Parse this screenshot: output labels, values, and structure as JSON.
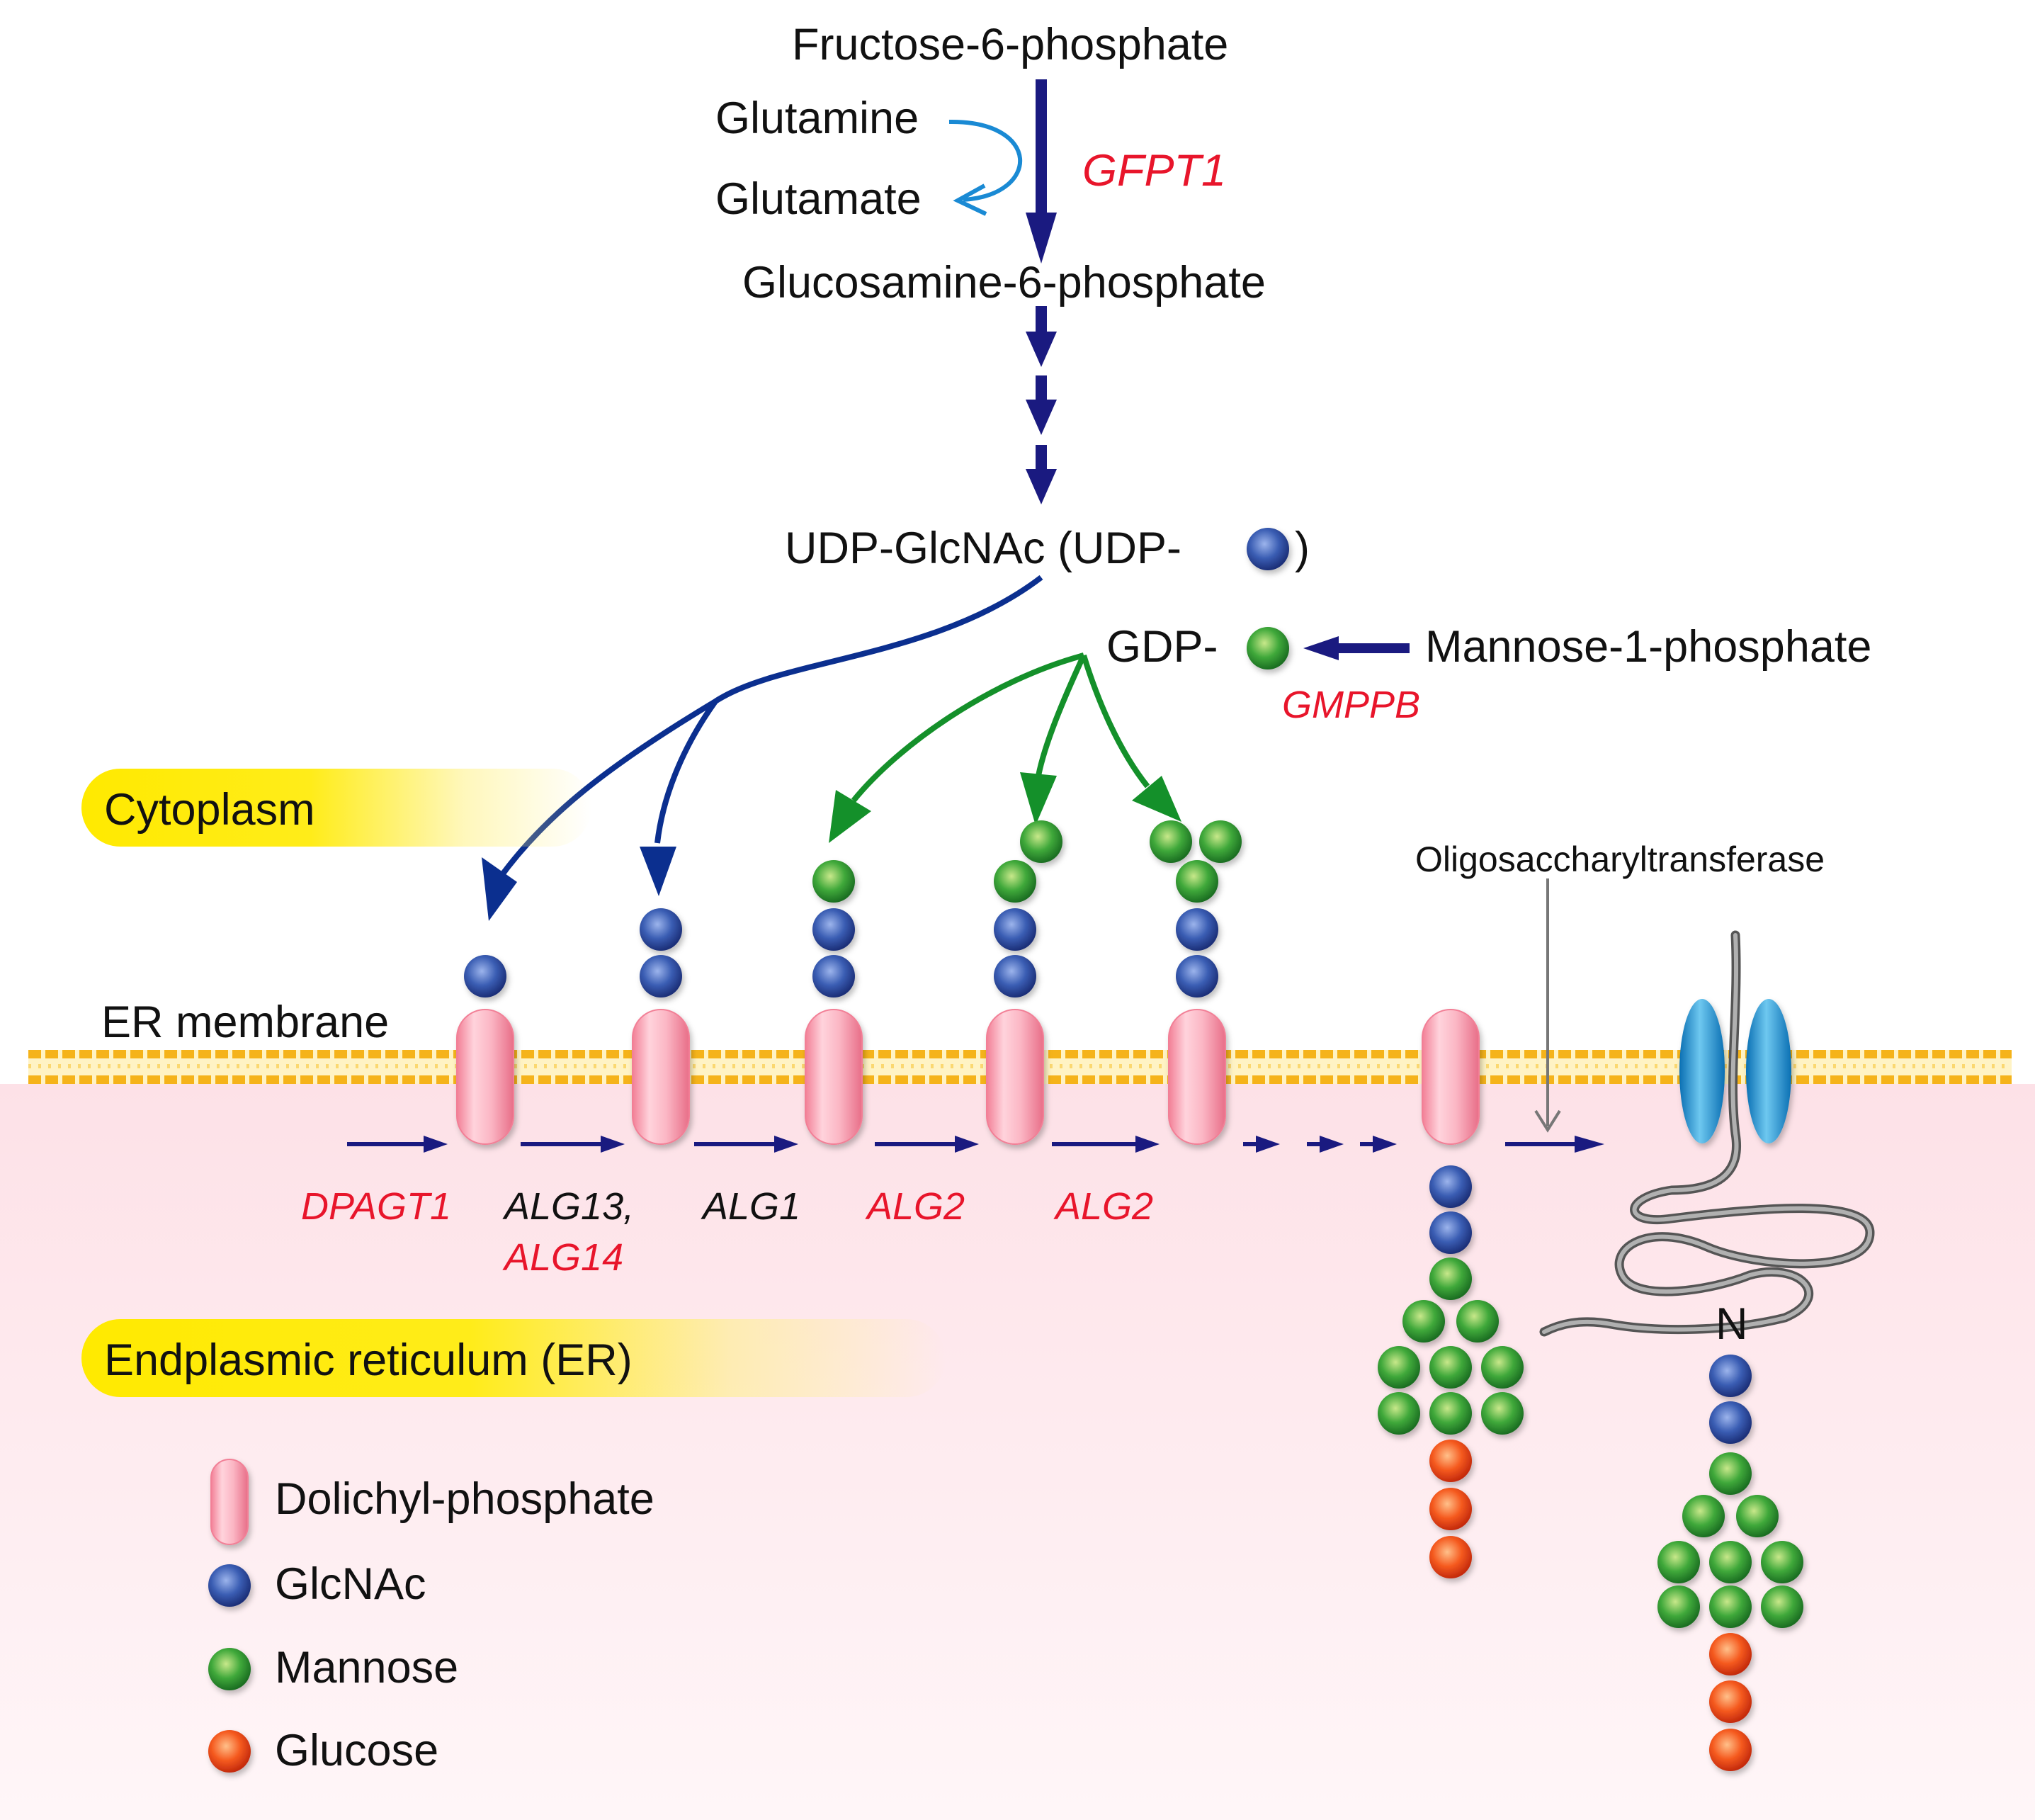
{
  "pathway": {
    "fructose6p": "Fructose-6-phosphate",
    "glutamine": "Glutamine",
    "glutamate": "Glutamate",
    "gfpt1": "GFPT1",
    "glucosamine6p": "Glucosamine-6-phosphate",
    "udp_glcnac": "UDP-GlcNAc (UDP-",
    "udp_close": ")",
    "gdp": "GDP-",
    "mannose1p": "Mannose-1-phosphate",
    "gmppb": "GMPPB"
  },
  "regions": {
    "cytoplasm": "Cytoplasm",
    "er_membrane": "ER membrane",
    "er": "Endplasmic reticulum (ER)",
    "ost": "Oligosaccharyltransferase",
    "n_terminal": "N"
  },
  "enzymes": {
    "dpagt1": "DPAGT1",
    "alg13": "ALG13,",
    "alg14": "ALG14",
    "alg1": "ALG1",
    "alg2_a": "ALG2",
    "alg2_b": "ALG2"
  },
  "legend": {
    "dolichyl": "Dolichyl-phosphate",
    "glcnac": "GlcNAc",
    "mannose": "Mannose",
    "glucose": "Glucose"
  },
  "colors": {
    "arrow_navy": "#1a1a80",
    "arrow_blue": "#0b2f8f",
    "arrow_green": "#14902a",
    "glutamine_arrow": "#1a8ad4",
    "gene_red": "#e8152b",
    "membrane": "#f5b31a",
    "glcnac": "#2c4fa3",
    "mannose": "#2f9d35",
    "glucose": "#f04a1a",
    "dolichol": "#f7a6b5"
  }
}
